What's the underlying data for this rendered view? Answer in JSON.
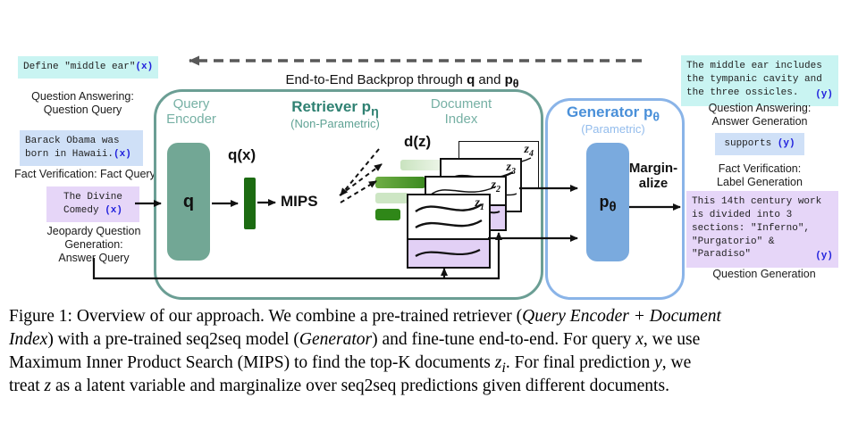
{
  "colors": {
    "teal_border": "#6b9e94",
    "teal_fill": "#72a795",
    "teal_title": "#2f8172",
    "teal_label": "#76b0a4",
    "blue_border": "#8ab4e8",
    "blue_fill": "#7aaade",
    "blue_title": "#4a90d9",
    "blue_label": "#93bcec",
    "dark_green": "#1c6b12",
    "mid_green": "#4e9630",
    "light_green": "#cde6c4",
    "cyan_box": "#c9f4f2",
    "blue_box": "#cfe0f7",
    "purple_box": "#e6d6f8",
    "var_blue": "#2222dd",
    "dashed_arrow_gray": "#595959",
    "card_purple": "#e2d0f5"
  },
  "backprop": {
    "segments": [
      {
        "t": "End-to-End Backprop through "
      },
      {
        "t": "q",
        "b": 1
      },
      {
        "t": " and "
      },
      {
        "t": "p",
        "b": 1
      },
      {
        "t": "θ",
        "b": 1,
        "sub": 1
      }
    ]
  },
  "retriever": {
    "query_encoder_label": "Query\nEncoder",
    "title_segments": [
      {
        "t": "Retriever p"
      },
      {
        "t": "η",
        "sub": 1
      }
    ],
    "subtitle": "(Non-Parametric)",
    "doc_index_label": "Document\nIndex",
    "q_label": "q",
    "qx_label": "q(x)",
    "mips_label": "MIPS",
    "dz_label": "d(z)"
  },
  "generator": {
    "title_segments": [
      {
        "t": "Generator p"
      },
      {
        "t": "θ",
        "sub": 1
      }
    ],
    "subtitle": "(Parametric)",
    "p_theta_segments": [
      {
        "t": "p"
      },
      {
        "t": "θ",
        "sub": 1
      }
    ],
    "marginalize_label": "Margin-\nalize"
  },
  "doc_cards": {
    "z4_segments": [
      {
        "t": "z"
      },
      {
        "t": "4",
        "sub": 1
      }
    ],
    "z3_segments": [
      {
        "t": "z"
      },
      {
        "t": "3",
        "sub": 1
      }
    ],
    "z2_segments": [
      {
        "t": "z"
      },
      {
        "t": "2",
        "sub": 1
      }
    ],
    "z1_segments": [
      {
        "t": "z"
      },
      {
        "t": "1",
        "sub": 1
      }
    ]
  },
  "left_column": {
    "qa_box_segments": [
      {
        "t": "Define \"middle ear\""
      },
      {
        "t": "(x)",
        "v": 1
      }
    ],
    "qa_label": "Question Answering:\nQuestion Query",
    "fact_box_segments": [
      {
        "t": "Barack Obama was born in Hawaii."
      },
      {
        "t": "(x)",
        "v": 1
      }
    ],
    "fact_label": "Fact Verification: Fact Query",
    "jeopardy_box_segments": [
      {
        "t": "The Divine Comedy "
      },
      {
        "t": "(x)",
        "v": 1
      }
    ],
    "jeopardy_label": "Jeopardy Question\nGeneration:\nAnswer Query"
  },
  "right_column": {
    "qa_box_text": "The middle ear includes the tympanic cavity and the three ossicles.",
    "qa_box_y": "(y)",
    "qa_label": "Question Answering:\nAnswer Generation",
    "fact_box_segments": [
      {
        "t": "supports "
      },
      {
        "t": "(y)",
        "v": 1
      }
    ],
    "fact_label": "Fact Verification:\nLabel Generation",
    "qgen_box_text": "This 14th century work is divided into 3 sections: \"Inferno\", \"Purgatorio\" & \"Paradiso\"",
    "qgen_box_y": "(y)",
    "qgen_label": "Question Generation"
  },
  "caption": {
    "lines": [
      [
        {
          "t": "Figure 1: Overview of our approach. We combine a pre-trained retriever ("
        },
        {
          "t": "Query Encoder + Document",
          "i": 1
        }
      ],
      [
        {
          "t": "Index",
          "i": 1
        },
        {
          "t": ") with a pre-trained seq2seq model ("
        },
        {
          "t": "Generator",
          "i": 1
        },
        {
          "t": ") and fine-tune end-to-end. For query "
        },
        {
          "t": "x",
          "i": 1
        },
        {
          "t": ", we use"
        }
      ],
      [
        {
          "t": "Maximum Inner Product Search (MIPS) to find the top-K documents "
        },
        {
          "t": "z",
          "i": 1
        },
        {
          "t": "i",
          "i": 1,
          "sub": 1
        },
        {
          "t": ". For final prediction "
        },
        {
          "t": "y",
          "i": 1
        },
        {
          "t": ", we"
        }
      ],
      [
        {
          "t": "treat "
        },
        {
          "t": "z",
          "i": 1
        },
        {
          "t": " as a latent variable and marginalize over seq2seq predictions given different documents."
        }
      ]
    ]
  }
}
